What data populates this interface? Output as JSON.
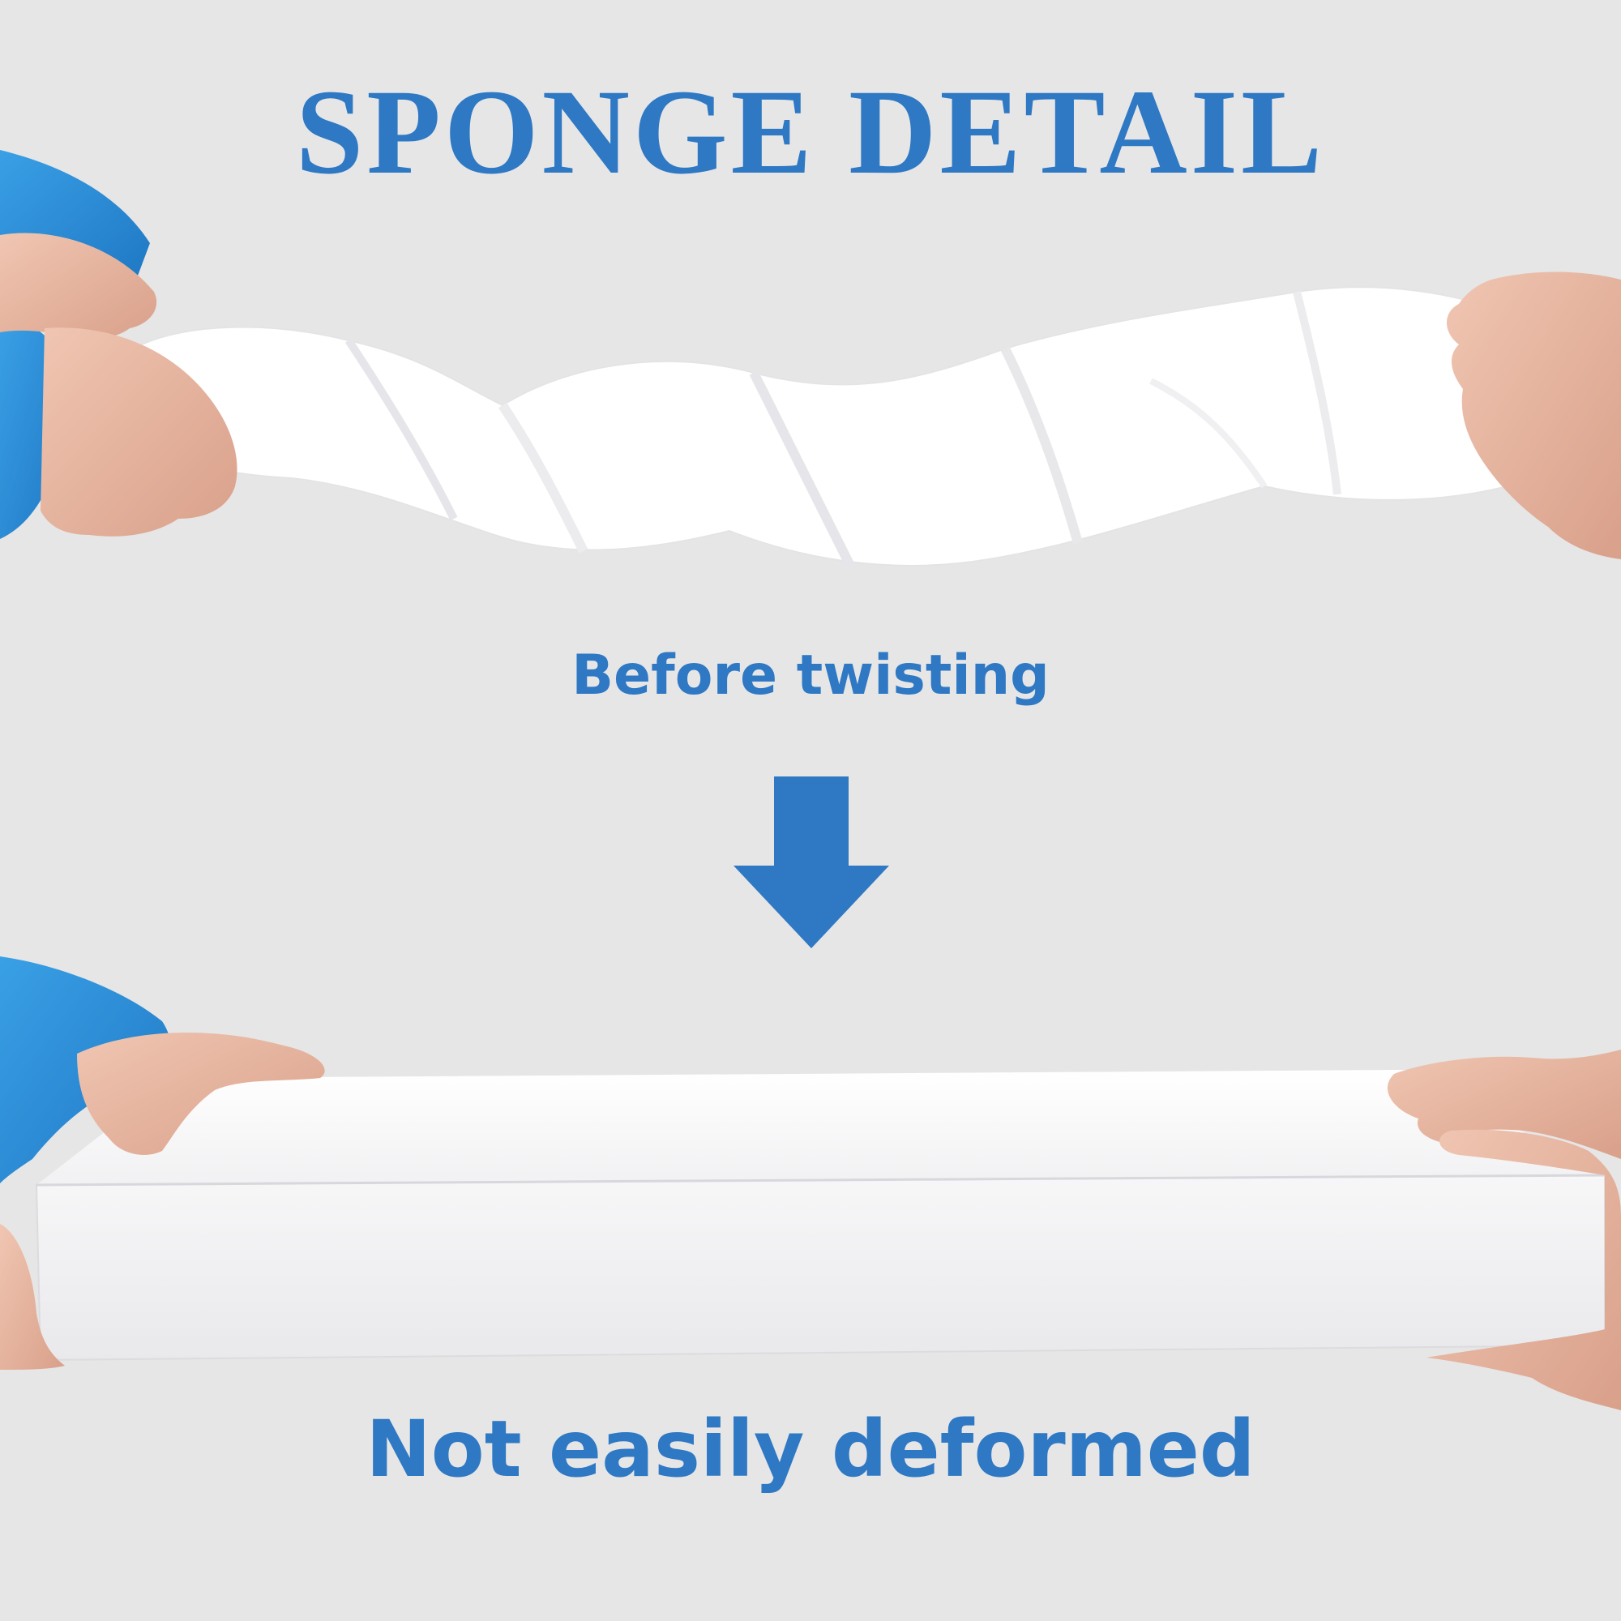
{
  "heading": "SPONGE DETAIL",
  "caption_top": "Before twisting",
  "caption_bottom": "Not easily deformed",
  "colors": {
    "accent": "#2e78c4",
    "background": "#e6e6e6",
    "sleeve": "#2f8fd8",
    "skin": "#e9b8a3",
    "foam": "#ffffff"
  },
  "icons": {
    "arrow": "arrow-down-icon"
  }
}
